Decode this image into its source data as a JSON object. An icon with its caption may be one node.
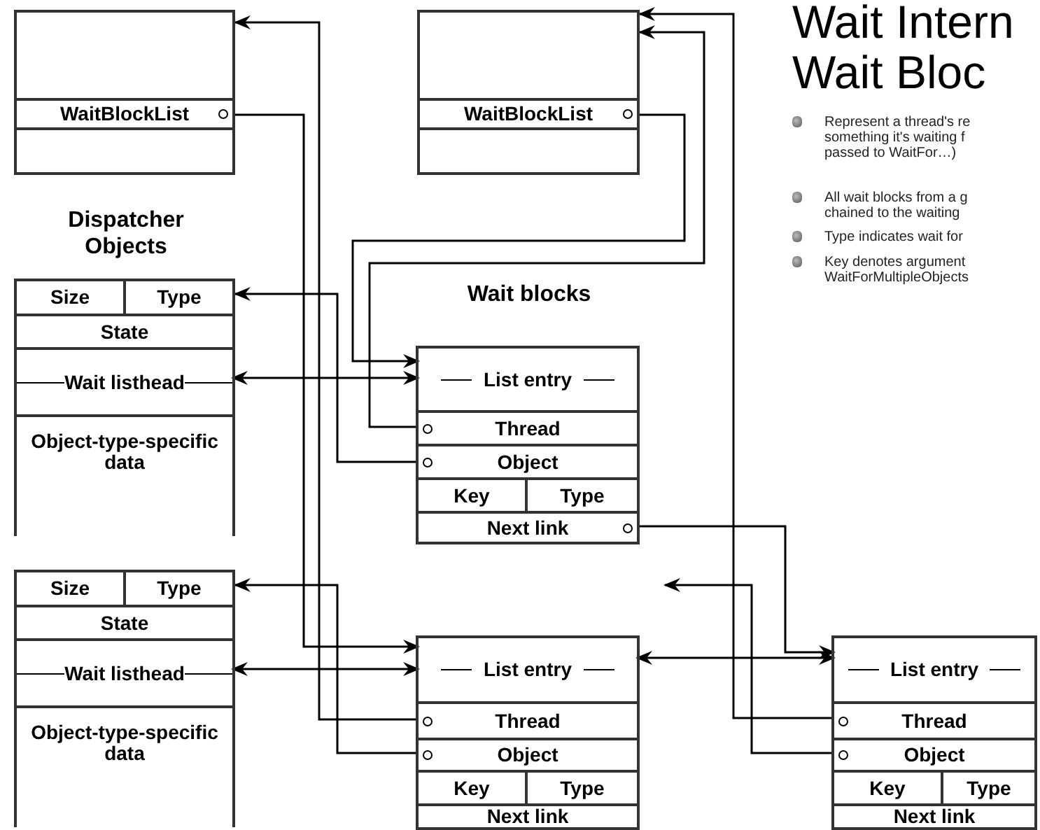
{
  "diagram": {
    "title": "Wait Intern Wait Bloc",
    "nodes": [
      {
        "text": [],
        "shape": "box"
      },
      {
        "text": [
          "WaitBlockList"
        ],
        "in": 0
      },
      {
        "text": [],
        "shape": "box"
      },
      {
        "text": [
          "WaitBlockList"
        ],
        "in": 2
      },
      {
        "text": [],
        "shape": "box"
      },
      {
        "text": [
          "Size"
        ],
        "in": 4
      },
      {
        "text": [
          "Type"
        ],
        "in": 4
      },
      {
        "text": [
          "State"
        ],
        "in": 4
      },
      {
        "text": [
          "Wait listhead"
        ],
        "in": 4
      },
      {
        "text": [
          "Object-type-specific data"
        ],
        "in": 4
      },
      {
        "text": [],
        "shape": "box"
      },
      {
        "text": [
          "Size"
        ],
        "in": 10
      },
      {
        "text": [
          "Type"
        ],
        "in": 10
      },
      {
        "text": [
          "State"
        ],
        "in": 10
      },
      {
        "text": [
          "Wait listhead"
        ],
        "in": 10
      },
      {
        "text": [
          "Object-type-specific data"
        ],
        "in": 10
      },
      {
        "text": [],
        "shape": "box"
      },
      {
        "text": [
          "List entry"
        ],
        "in": 16
      },
      {
        "text": [
          "Thread"
        ],
        "in": 16
      },
      {
        "text": [
          "Object"
        ],
        "in": 16
      },
      {
        "text": [
          "Key"
        ],
        "in": 16
      },
      {
        "text": [
          "Type"
        ],
        "in": 16
      },
      {
        "text": [
          "Next link"
        ],
        "in": 16
      },
      {
        "text": [],
        "shape": "box"
      },
      {
        "text": [
          "List entry"
        ],
        "in": 23
      },
      {
        "text": [
          "Thread"
        ],
        "in": 23
      },
      {
        "text": [
          "Object"
        ],
        "in": 23
      },
      {
        "text": [
          "Key"
        ],
        "in": 23
      },
      {
        "text": [
          "Type"
        ],
        "in": 23
      },
      {
        "text": [
          "Next link"
        ],
        "in": 23
      },
      {
        "text": [],
        "shape": "box"
      },
      {
        "text": [
          "List entry"
        ],
        "in": 30
      },
      {
        "text": [
          "Thread"
        ],
        "in": 30
      },
      {
        "text": [
          "Object"
        ],
        "in": 30
      },
      {
        "text": [
          "Key"
        ],
        "in": 30
      },
      {
        "text": [
          "Type"
        ],
        "in": 30
      },
      {
        "text": [
          "Next link"
        ],
        "in": 30
      }
    ],
    "edges": [
      {
        "from": 1,
        "to": 24,
        "arrow": "to"
      },
      {
        "from": 25,
        "to": 0,
        "arrow": "to"
      },
      {
        "from": 19,
        "to": 4,
        "arrow": "to"
      },
      {
        "from": 18,
        "to": 2,
        "arrow": "to"
      },
      {
        "from": 3,
        "to": 17,
        "arrow": "to"
      },
      {
        "from": 8,
        "to": 17,
        "arrow": "both"
      },
      {
        "from": 32,
        "to": 2,
        "arrow": "to"
      },
      {
        "from": 22,
        "to": 31,
        "arrow": "to"
      },
      {
        "from": 33,
        "to": null,
        "arrow": "to"
      },
      {
        "from": 24,
        "to": 31,
        "arrow": "both"
      },
      {
        "from": 26,
        "to": 10,
        "arrow": "to"
      },
      {
        "from": 14,
        "to": 24,
        "arrow": "both"
      }
    ],
    "labels": [
      "Dispatcher Objects",
      "Wait blocks",
      "Represent a thread's re something it's waiting f passed to WaitFor…)",
      "All wait blocks from a g chained to the waiting",
      "Type indicates wait for",
      "Key denotes argument WaitForMultipleObjects"
    ]
  }
}
